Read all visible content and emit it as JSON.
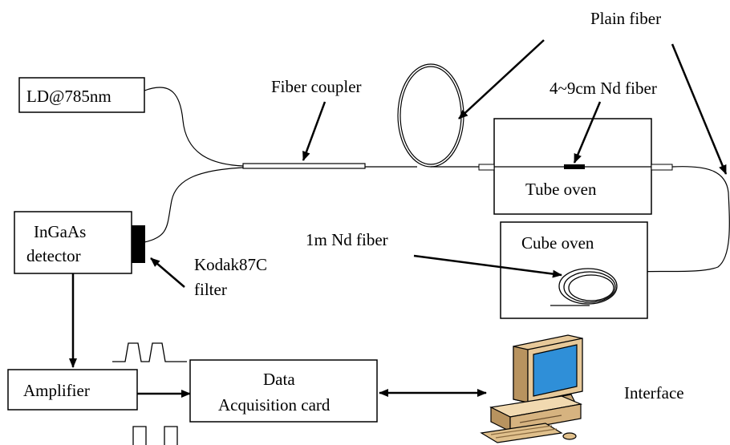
{
  "diagram": {
    "labels": {
      "plain_fiber": "Plain fiber",
      "fiber_coupler": "Fiber coupler",
      "nd_fiber_short": "4~9cm Nd fiber",
      "ld": "LD@785nm",
      "tube_oven": "Tube oven",
      "cube_oven": "Cube oven",
      "nd_fiber_long": "1m Nd fiber",
      "detector_line1": "InGaAs",
      "detector_line2": "detector",
      "filter_line1": "Kodak87C",
      "filter_line2": "filter",
      "amplifier": "Amplifier",
      "daq_line1": "Data",
      "daq_line2": "Acquisition card",
      "interface": "Interface"
    },
    "icons": {
      "computer": "desktop-computer-icon"
    }
  }
}
